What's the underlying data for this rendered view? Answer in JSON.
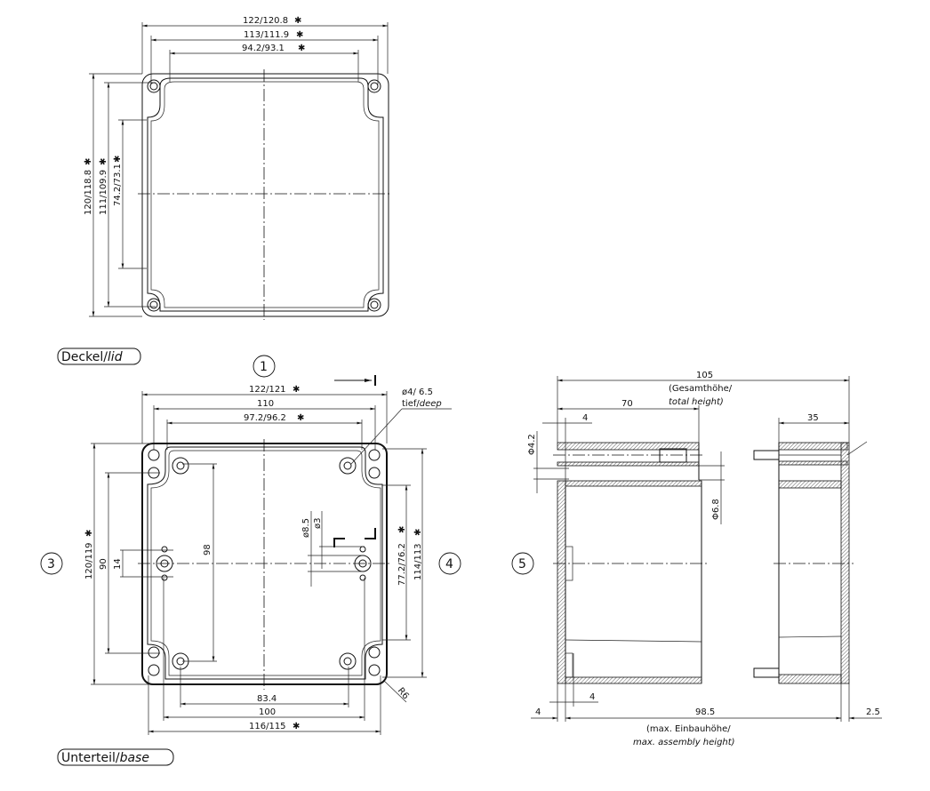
{
  "lid_view": {
    "label_de": "Deckel/",
    "label_en": "lid",
    "dim_width_outer": "122/120.8",
    "dim_width_mid": "113/111.9",
    "dim_width_inner": "94.2/93.1",
    "dim_height_outer": "120/118.8",
    "dim_height_mid": "111/109.9",
    "dim_height_inner": "74.2/73.1",
    "critical_mark": "✱"
  },
  "base_view": {
    "label_de": "Unterteil/",
    "label_en": "base",
    "view_1": "1",
    "view_3": "3",
    "view_4": "4",
    "dim_width_outer": "122/121",
    "dim_110": "110",
    "dim_width_inner": "97.2/96.2",
    "dim_height_outer": "120/119",
    "dim_90": "90",
    "dim_14": "14",
    "dim_98": "98",
    "dim_right_inner": "77.2/76.2",
    "dim_right_outer": "114/113",
    "dim_83_4": "83.4",
    "dim_100": "100",
    "dim_bottom_outer": "116/115",
    "hole_note_1": "ø4/ 6.5",
    "hole_note_2_de": "tief/",
    "hole_note_2_en": "deep",
    "dia_8_5": "ø8.5",
    "dia_3": "ø3",
    "radius": "R6"
  },
  "side_view": {
    "view_5": "5",
    "dim_105": "105",
    "total_height_de": "(Gesamthöhe/",
    "total_height_en": "total height)",
    "dim_70": "70",
    "dim_4_top": "4",
    "dim_35": "35",
    "dia_4_2": "Φ4.2",
    "dia_6_8": "Φ6.8",
    "dim_4_inner": "4",
    "dim_4_left": "4",
    "dim_98_5": "98.5",
    "dim_2_5": "2.5",
    "assembly_de": "(max. Einbauhöhe/",
    "assembly_en": "max. assembly height)"
  }
}
